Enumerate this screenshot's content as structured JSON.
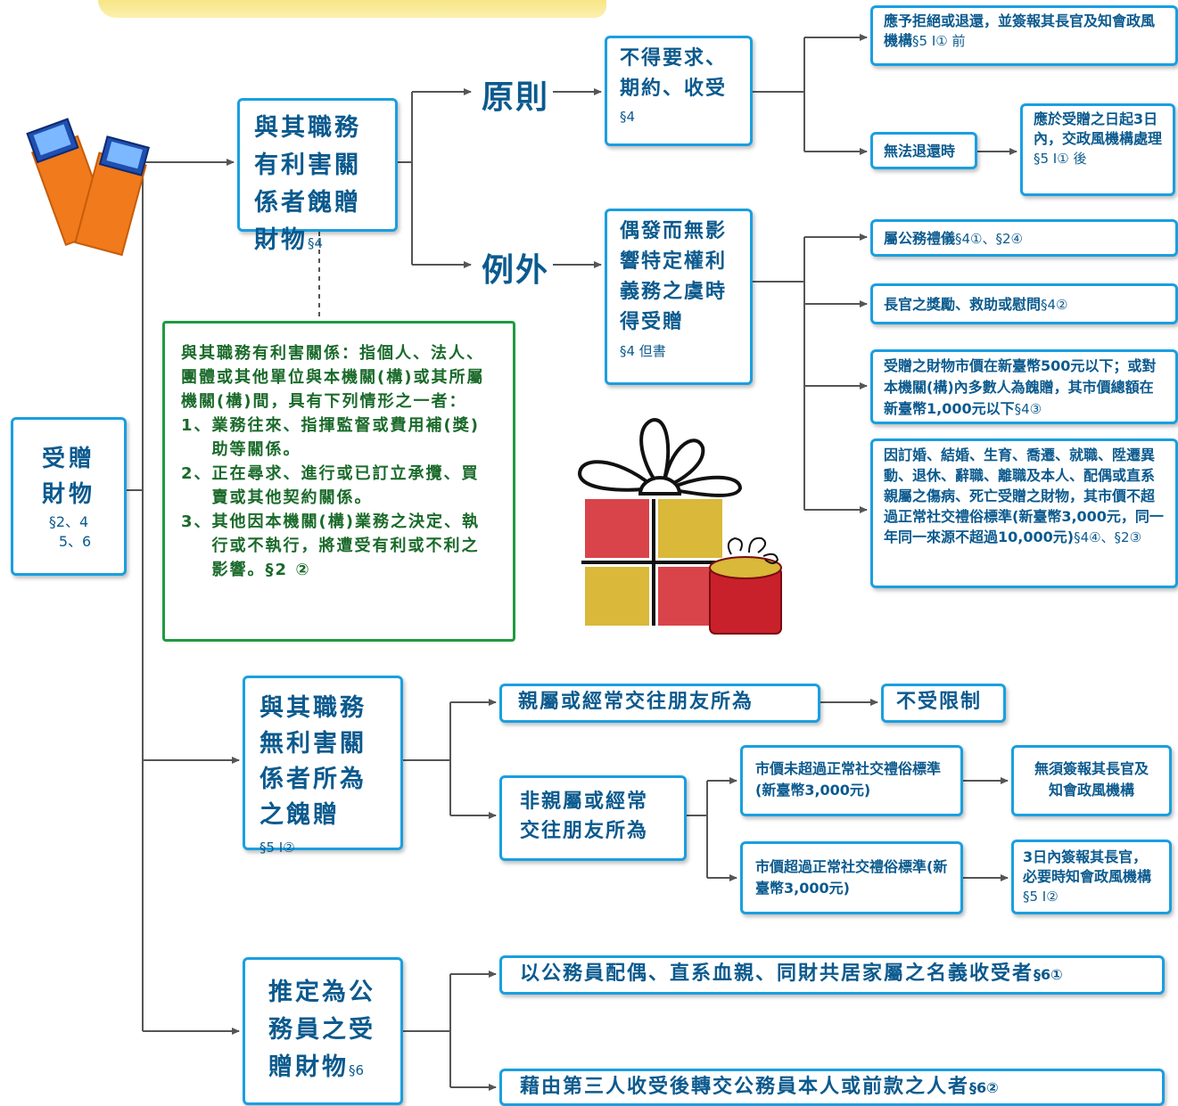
{
  "root": {
    "line1": "受贈",
    "line2": "財物",
    "ref1": "§2、4",
    "ref2": "5、6"
  },
  "interest": {
    "text": "與其職務有利害關係者餽贈財物",
    "ref": "§4"
  },
  "principle": {
    "label": "原則",
    "text": "不得要求、期約、收受",
    "ref": "§4"
  },
  "exception": {
    "label": "例外",
    "text": "偶發而無影響特定權利義務之虞時得受贈",
    "ref": "§4 但書"
  },
  "refuse": {
    "text": "應予拒絕或退還，並簽報其長官及知會政風機構",
    "ref": "§5 Ⅰ① 前"
  },
  "cannot_return": {
    "text": "無法退還時"
  },
  "within3": {
    "text": "應於受贈之日起3日內，交政風機構處理",
    "ref": "§5 Ⅰ① 後"
  },
  "exceptions": [
    {
      "text": "屬公務禮儀",
      "ref": "§4①、§2④"
    },
    {
      "text": "長官之獎勵、救助或慰問",
      "ref": "§4②"
    },
    {
      "text": "受贈之財物市價在新臺幣500元以下；或對本機關(構)內多數人為餽贈，其市價總額在新臺幣1,000元以下",
      "ref": "§4③"
    },
    {
      "text": "因訂婚、結婚、生育、喬遷、就職、陞遷異動、退休、辭職、離職及本人、配偶或直系親屬之傷病、死亡受贈之財物，其市價不超過正常社交禮俗標準(新臺幣3,000元，同一年同一來源不超過10,000元)",
      "ref": "§4④、§2③"
    }
  ],
  "definition": {
    "intro": "與其職務有利害關係：指個人、法人、團體或其他單位與本機關(構)或其所屬機關(構)間，具有下列情形之一者：",
    "items": [
      {
        "num": "1、",
        "text": "業務往來、指揮監督或費用補(獎)助等關係。"
      },
      {
        "num": "2、",
        "text": "正在尋求、進行或已訂立承攬、買賣或其他契約關係。"
      },
      {
        "num": "3、",
        "text": "其他因本機關(構)業務之決定、執行或不執行，將遭受有利或不利之影響。§2 ②"
      }
    ]
  },
  "no_interest": {
    "text": "與其職務無利害關係者所為之餽贈",
    "ref": "§5 Ⅰ②"
  },
  "relatives": {
    "text": "親屬或經常交往朋友所為"
  },
  "unrestricted": {
    "text": "不受限制"
  },
  "non_relatives": {
    "text": "非親屬或經常交往朋友所為"
  },
  "under": {
    "text": "市價未超過正常社交禮俗標準(新臺幣3,000元)"
  },
  "no_report": {
    "text": "無須簽報其長官及知會政風機構"
  },
  "over": {
    "text": "市價超過正常社交禮俗標準(新臺幣3,000元)"
  },
  "report3": {
    "text": "3日內簽報其長官，必要時知會政風機構",
    "ref": "§5 Ⅰ②"
  },
  "presumed": {
    "text": "推定為公務員之受贈財物",
    "ref": "§6"
  },
  "spouse": {
    "text": "以公務員配偶、直系血親、同財共居家屬之名義收受者",
    "ref": "§6①"
  },
  "third": {
    "text": "藉由第三人收受後轉交公務員本人或前款之人者",
    "ref": "§6②"
  },
  "colors": {
    "box_border": "#1a9fe0",
    "box_text": "#0b5a8e",
    "green_border": "#1f9a3e",
    "green_text": "#1a6a2a",
    "line": "#555555"
  }
}
